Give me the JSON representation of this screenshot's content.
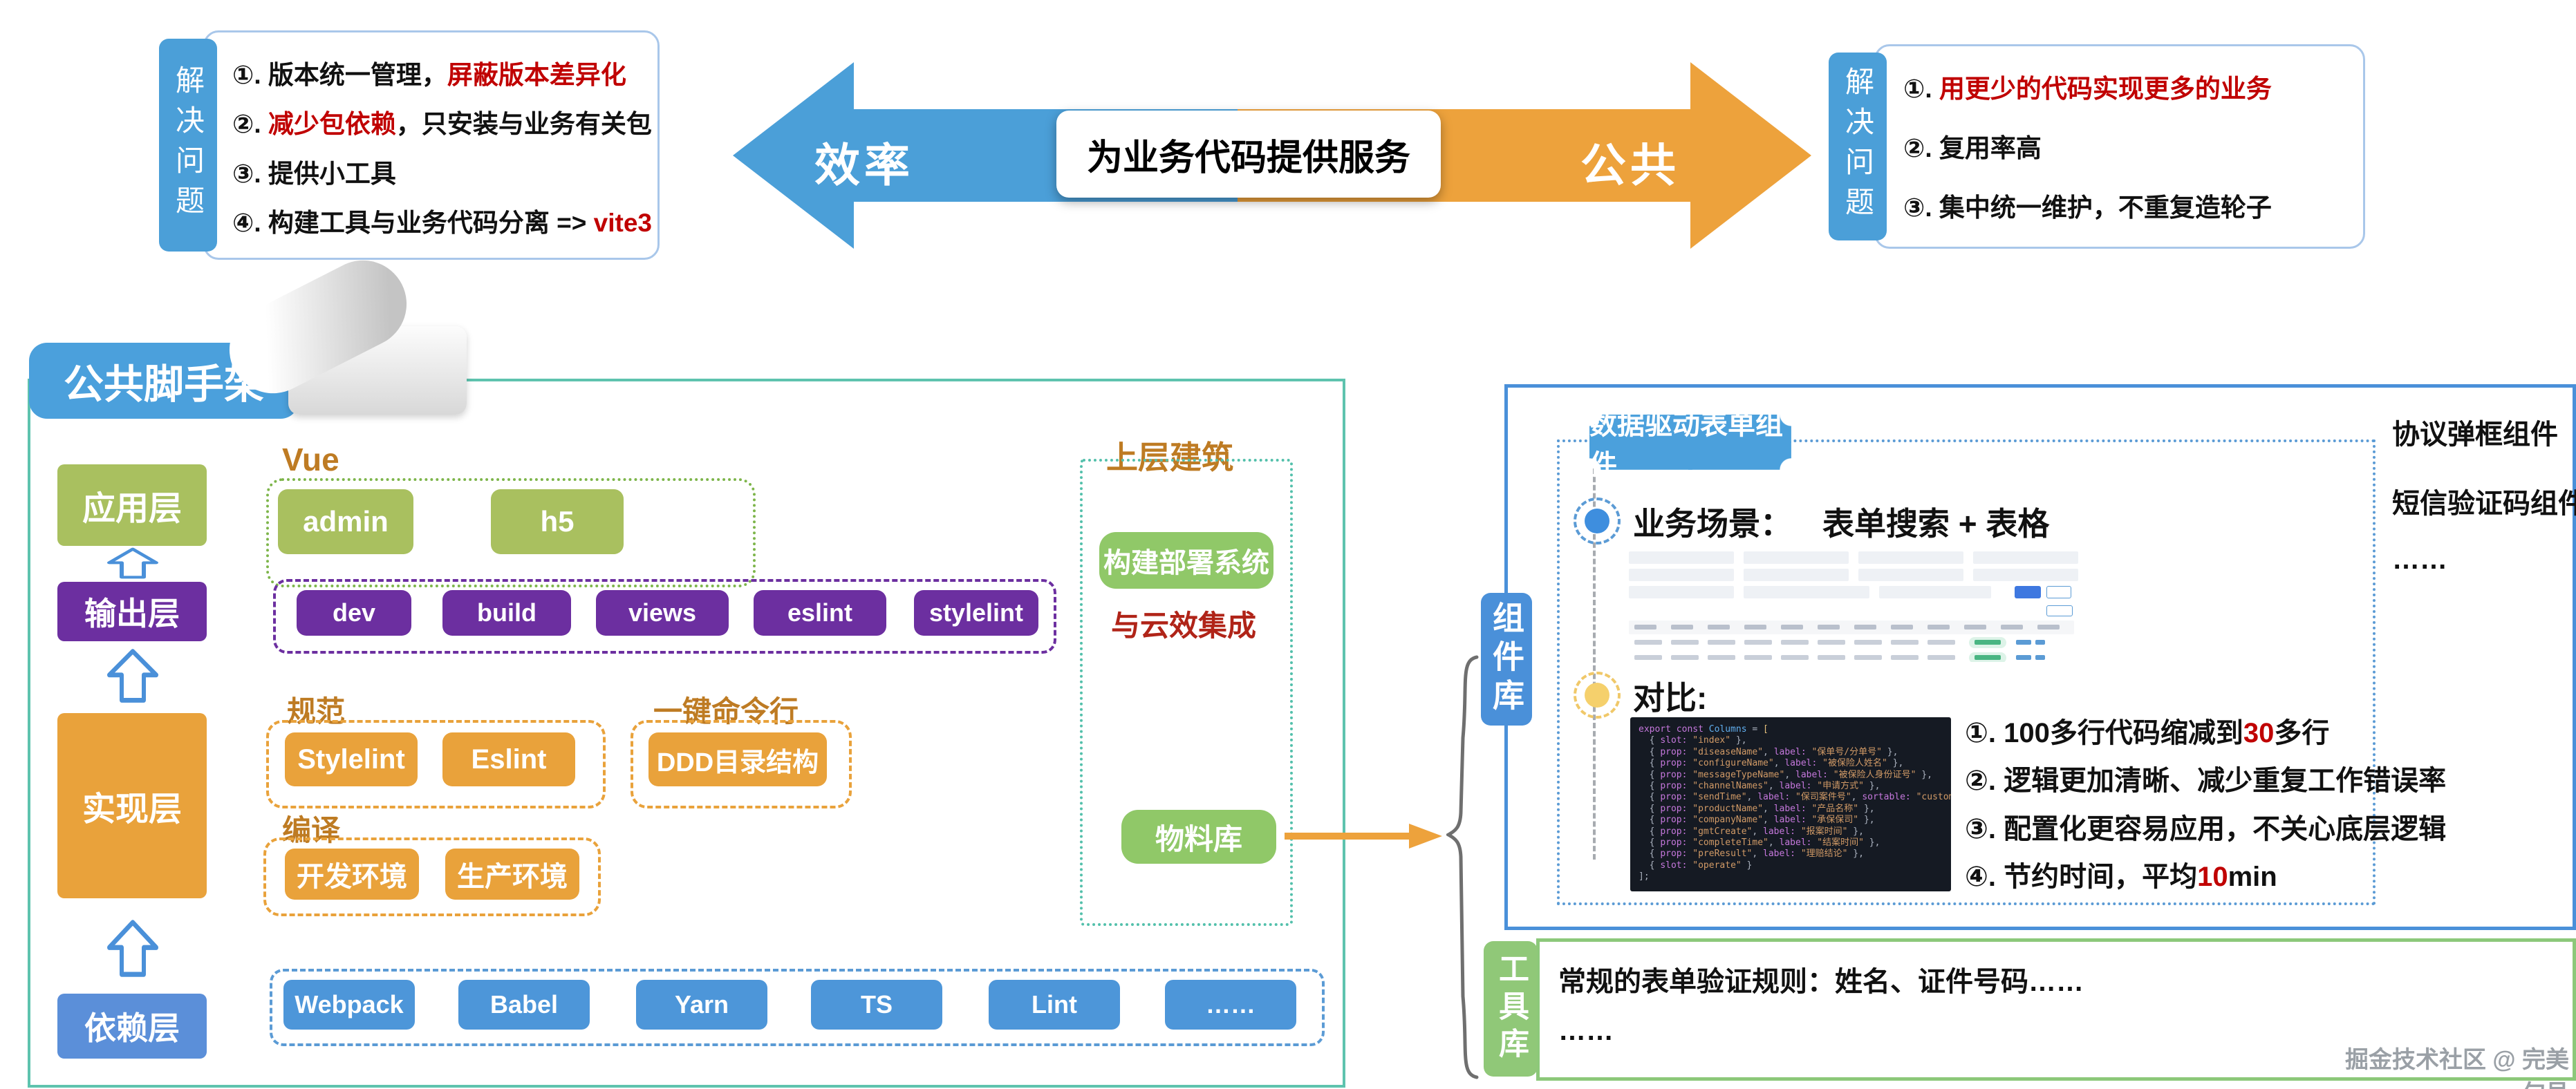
{
  "colors": {
    "arrow_blue": "#4B9FD8",
    "arrow_orange": "#EDA23C",
    "accent_red": "#C00000",
    "teal_border": "#5EC3AE",
    "green_button": "#A9C05F",
    "purple_button": "#6C2FA0",
    "orange_button": "#E9A23B",
    "dep_blue_button": "#4D96D9",
    "brown_label": "#BE7B23",
    "right_green_button": "#90C868",
    "panel_blue": "#4A90D9",
    "tool_green": "#8CC87A"
  },
  "top": {
    "left_box": {
      "side_label": "解决问题",
      "items": [
        [
          {
            "t": "①. 版本统一管理，",
            "c": "k"
          },
          {
            "t": "屏蔽版本差异化",
            "c": "r"
          }
        ],
        [
          {
            "t": "②. ",
            "c": "k"
          },
          {
            "t": "减少包依赖",
            "c": "r"
          },
          {
            "t": "，只安装与业务有关包",
            "c": "k"
          }
        ],
        [
          {
            "t": "③. 提供小工具",
            "c": "k"
          }
        ],
        [
          {
            "t": "④. 构建工具与业务代码分离  => ",
            "c": "k"
          },
          {
            "t": "vite3",
            "c": "r"
          }
        ]
      ]
    },
    "arrow_left_label": "效率",
    "arrow_right_label": "公共",
    "center_label": "为业务代码提供服务",
    "right_box": {
      "side_label": "解决问题",
      "items": [
        [
          {
            "t": "①. ",
            "c": "k"
          },
          {
            "t": "用更少的代码实现更多的业务",
            "c": "r"
          }
        ],
        [
          {
            "t": "②. 复用率高",
            "c": "k"
          }
        ],
        [
          {
            "t": "③. 集中统一维护，不重复造轮子",
            "c": "k"
          }
        ]
      ]
    }
  },
  "scaffold": {
    "title": "公共脚手架",
    "layers": {
      "app": "应用层",
      "out": "输出层",
      "impl": "实现层",
      "dep": "依赖层"
    },
    "vue": {
      "label": "Vue",
      "buttons": [
        "admin",
        "h5"
      ]
    },
    "cmd_row": [
      "dev",
      "build",
      "views",
      "eslint",
      "stylelint"
    ],
    "spec": {
      "label": "规范",
      "buttons": [
        "Stylelint",
        "Eslint"
      ]
    },
    "cli": {
      "label": "一键命令行",
      "buttons": [
        "DDD目录结构"
      ]
    },
    "compile": {
      "label": "编译",
      "buttons": [
        "开发环境",
        "生产环境"
      ]
    },
    "deps_row": [
      "Webpack",
      "Babel",
      "Yarn",
      "TS",
      "Lint",
      "……"
    ],
    "upper": {
      "label": "上层建筑",
      "build_deploy": "构建部署系统",
      "cloud_note": "与云效集成",
      "material": "物料库"
    }
  },
  "components": {
    "side_label": "组件库",
    "badge": "数据驱动表单组件",
    "scenario_label": "业务场景：",
    "scenario_value": "表单搜索 + 表格",
    "compare_label": "对比:",
    "code_lines": [
      [
        {
          "c": "kw",
          "t": "export const "
        },
        {
          "c": "name",
          "t": "Columns"
        },
        {
          "c": "pun",
          "t": " = "
        },
        {
          "c": "brk",
          "t": "["
        }
      ],
      [
        {
          "c": "pun",
          "t": "  { "
        },
        {
          "c": "kw",
          "t": "slot:"
        },
        {
          "c": "str",
          "t": " \"index\""
        },
        {
          "c": "pun",
          "t": " },"
        }
      ],
      [
        {
          "c": "pun",
          "t": "  { "
        },
        {
          "c": "kw",
          "t": "prop:"
        },
        {
          "c": "str",
          "t": " \"diseaseName\""
        },
        {
          "c": "pun",
          "t": ", "
        },
        {
          "c": "kw",
          "t": "label:"
        },
        {
          "c": "str",
          "t": " \"保单号/分单号\""
        },
        {
          "c": "pun",
          "t": " },"
        }
      ],
      [
        {
          "c": "pun",
          "t": "  { "
        },
        {
          "c": "kw",
          "t": "prop:"
        },
        {
          "c": "str",
          "t": " \"configureName\""
        },
        {
          "c": "pun",
          "t": ", "
        },
        {
          "c": "kw",
          "t": "label:"
        },
        {
          "c": "str",
          "t": " \"被保险人姓名\""
        },
        {
          "c": "pun",
          "t": " },"
        }
      ],
      [
        {
          "c": "pun",
          "t": "  { "
        },
        {
          "c": "kw",
          "t": "prop:"
        },
        {
          "c": "str",
          "t": " \"messageTypeName\""
        },
        {
          "c": "pun",
          "t": ", "
        },
        {
          "c": "kw",
          "t": "label:"
        },
        {
          "c": "str",
          "t": " \"被保险人身份证号\""
        },
        {
          "c": "pun",
          "t": " },"
        }
      ],
      [
        {
          "c": "pun",
          "t": "  { "
        },
        {
          "c": "kw",
          "t": "prop:"
        },
        {
          "c": "str",
          "t": " \"channelNames\""
        },
        {
          "c": "pun",
          "t": ", "
        },
        {
          "c": "kw",
          "t": "label:"
        },
        {
          "c": "str",
          "t": " \"申请方式\""
        },
        {
          "c": "pun",
          "t": " },"
        }
      ],
      [
        {
          "c": "pun",
          "t": "  { "
        },
        {
          "c": "kw",
          "t": "prop:"
        },
        {
          "c": "str",
          "t": " \"sendTime\""
        },
        {
          "c": "pun",
          "t": ", "
        },
        {
          "c": "kw",
          "t": "label:"
        },
        {
          "c": "str",
          "t": " \"保司案件号\""
        },
        {
          "c": "pun",
          "t": ", "
        },
        {
          "c": "kw",
          "t": "sortable:"
        },
        {
          "c": "str",
          "t": " \"custom\""
        },
        {
          "c": "pun",
          "t": " },"
        }
      ],
      [
        {
          "c": "pun",
          "t": "  { "
        },
        {
          "c": "kw",
          "t": "prop:"
        },
        {
          "c": "str",
          "t": " \"productName\""
        },
        {
          "c": "pun",
          "t": ", "
        },
        {
          "c": "kw",
          "t": "label:"
        },
        {
          "c": "str",
          "t": " \"产品名称\""
        },
        {
          "c": "pun",
          "t": " },"
        }
      ],
      [
        {
          "c": "pun",
          "t": "  { "
        },
        {
          "c": "kw",
          "t": "prop:"
        },
        {
          "c": "str",
          "t": " \"companyName\""
        },
        {
          "c": "pun",
          "t": ", "
        },
        {
          "c": "kw",
          "t": "label:"
        },
        {
          "c": "str",
          "t": " \"承保保司\""
        },
        {
          "c": "pun",
          "t": " },"
        }
      ],
      [
        {
          "c": "pun",
          "t": "  { "
        },
        {
          "c": "kw",
          "t": "prop:"
        },
        {
          "c": "str",
          "t": " \"gmtCreate\""
        },
        {
          "c": "pun",
          "t": ", "
        },
        {
          "c": "kw",
          "t": "label:"
        },
        {
          "c": "str",
          "t": " \"报案时间\""
        },
        {
          "c": "pun",
          "t": " },"
        }
      ],
      [
        {
          "c": "pun",
          "t": "  { "
        },
        {
          "c": "kw",
          "t": "prop:"
        },
        {
          "c": "str",
          "t": " \"completeTime\""
        },
        {
          "c": "pun",
          "t": ", "
        },
        {
          "c": "kw",
          "t": "label:"
        },
        {
          "c": "str",
          "t": " \"结案时间\""
        },
        {
          "c": "pun",
          "t": " },"
        }
      ],
      [
        {
          "c": "pun",
          "t": "  { "
        },
        {
          "c": "kw",
          "t": "prop:"
        },
        {
          "c": "str",
          "t": " \"preResult\""
        },
        {
          "c": "pun",
          "t": ", "
        },
        {
          "c": "kw",
          "t": "label:"
        },
        {
          "c": "str",
          "t": " \"理赔结论\""
        },
        {
          "c": "pun",
          "t": " },"
        }
      ],
      [
        {
          "c": "pun",
          "t": "  { "
        },
        {
          "c": "kw",
          "t": "slot:"
        },
        {
          "c": "str",
          "t": " \"operate\""
        },
        {
          "c": "pun",
          "t": " }"
        }
      ],
      [
        {
          "c": "pun",
          "t": "];"
        }
      ]
    ],
    "benefits": [
      [
        {
          "t": "①. 100多行代码缩减到",
          "c": "k"
        },
        {
          "t": "30",
          "c": "r"
        },
        {
          "t": "多行",
          "c": "k"
        }
      ],
      [
        {
          "t": "②. 逻辑更加清晰、减少重复工作错误率",
          "c": "k"
        }
      ],
      [
        {
          "t": "③. 配置化更容易应用，不关心底层逻辑",
          "c": "k"
        }
      ],
      [
        {
          "t": "④. 节约时间，平均",
          "c": "k"
        },
        {
          "t": "10",
          "c": "r"
        },
        {
          "t": "min",
          "c": "k"
        }
      ]
    ],
    "extras": [
      "协议弹框组件",
      "短信验证码组件",
      "……"
    ]
  },
  "tools": {
    "side_label": "工具库",
    "lines": [
      "常规的表单验证规则：姓名、证件号码……",
      "……"
    ]
  },
  "watermark": "掘金技术社区 @ 完美句号"
}
